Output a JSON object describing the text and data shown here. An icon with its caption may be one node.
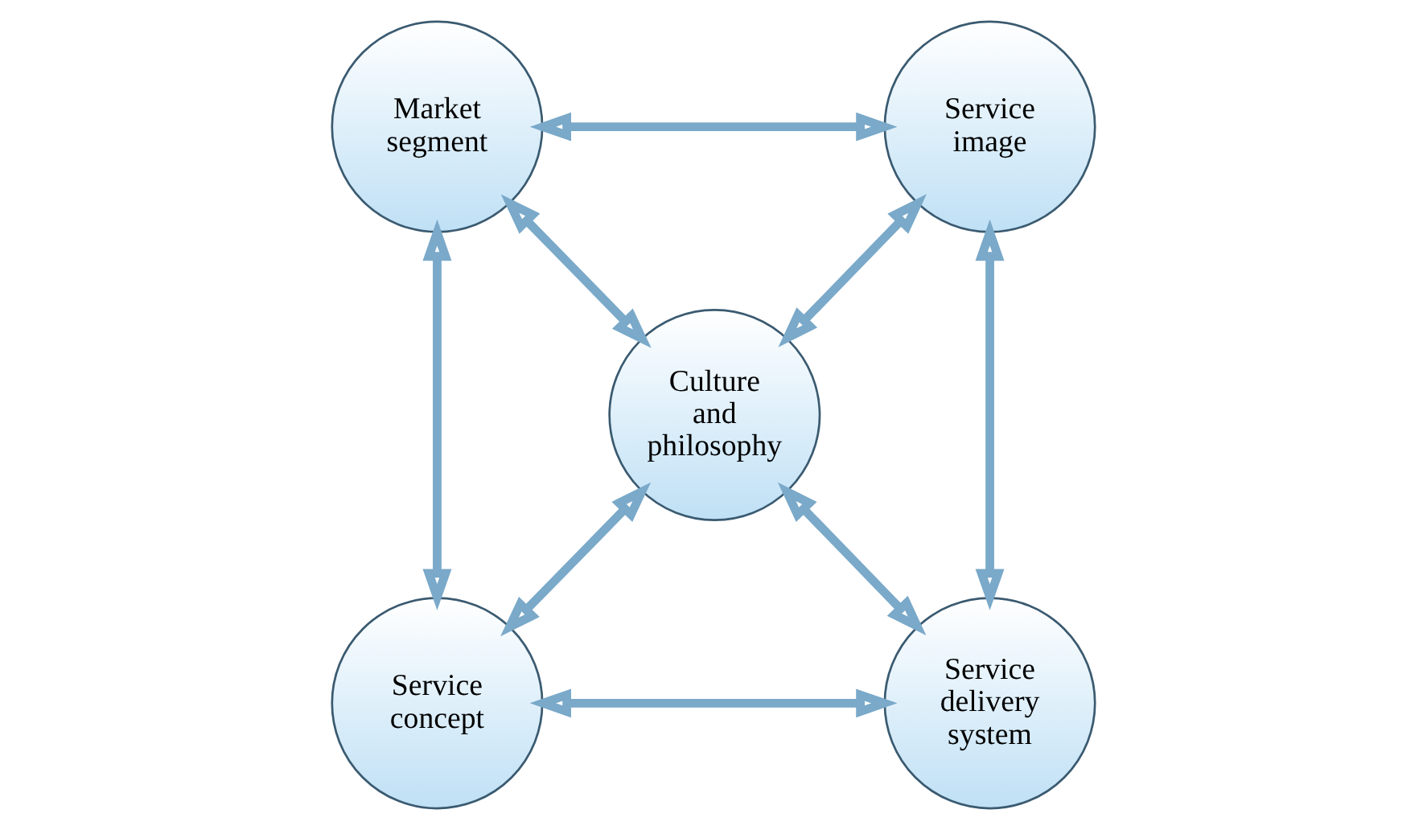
{
  "diagram": {
    "nodes": [
      {
        "text": [
          "Market segment"
        ]
      },
      {
        "text": [
          "Service image"
        ]
      },
      {
        "text": [
          "Culture and philosophy"
        ]
      },
      {
        "text": [
          "Service concept"
        ]
      },
      {
        "text": [
          "Service delivery system"
        ]
      }
    ],
    "edges": [
      {
        "from": 0,
        "to": 1,
        "arrow": "both"
      },
      {
        "from": 0,
        "to": 2,
        "arrow": "both"
      },
      {
        "from": 1,
        "to": 2,
        "arrow": "both"
      },
      {
        "from": 0,
        "to": 3,
        "arrow": "both"
      },
      {
        "from": 1,
        "to": 4,
        "arrow": "both"
      },
      {
        "from": 3,
        "to": 2,
        "arrow": "both"
      },
      {
        "from": 2,
        "to": 4,
        "arrow": "both"
      },
      {
        "from": 3,
        "to": 4,
        "arrow": "both"
      }
    ]
  }
}
